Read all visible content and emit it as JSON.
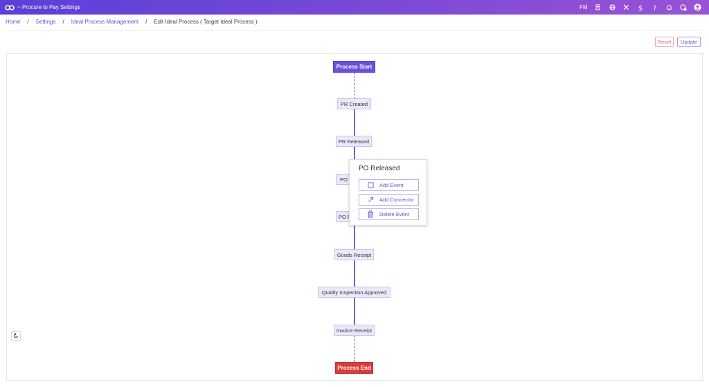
{
  "header": {
    "title": "~ Procure to Pay Settings",
    "user_initials": "FM",
    "icons": [
      "layers-icon",
      "globe-icon",
      "tools-icon",
      "dollar-icon",
      "help-icon",
      "bell-icon",
      "settings-icon",
      "account-icon"
    ]
  },
  "breadcrumb": {
    "items": [
      "Home",
      "Settings",
      "Ideal Process Management",
      "Edit Ideal Process ( Target Ideal Process )"
    ],
    "separator": "/"
  },
  "toolbar": {
    "reset_label": "Reset",
    "update_label": "Update"
  },
  "flow": {
    "nodes": [
      {
        "label": "Process Start",
        "kind": "start"
      },
      {
        "label": "PR Created",
        "kind": "event"
      },
      {
        "label": "PR Released",
        "kind": "event"
      },
      {
        "label": "PO ",
        "kind": "event"
      },
      {
        "label": "PO F",
        "kind": "event"
      },
      {
        "label": "Goods Receipt",
        "kind": "event"
      },
      {
        "label": "Quality Inspection Approved",
        "kind": "event"
      },
      {
        "label": "Invoice Receipt",
        "kind": "event"
      },
      {
        "label": "Process End",
        "kind": "end"
      }
    ]
  },
  "popover": {
    "title": "PO Released",
    "actions": [
      {
        "label": "Add Event",
        "icon": "square-icon"
      },
      {
        "label": "Add Connector",
        "icon": "arrow-icon"
      },
      {
        "label": "Delete Event",
        "icon": "trash-icon"
      }
    ]
  },
  "colors": {
    "header_start": "#5b3fd8",
    "header_end": "#9a52d6",
    "accent": "#6d4fd8",
    "start_node": "#6a4fe0",
    "end_node": "#d93c3c",
    "event_node": "#ebe8fb",
    "reset": "#e5608d"
  }
}
